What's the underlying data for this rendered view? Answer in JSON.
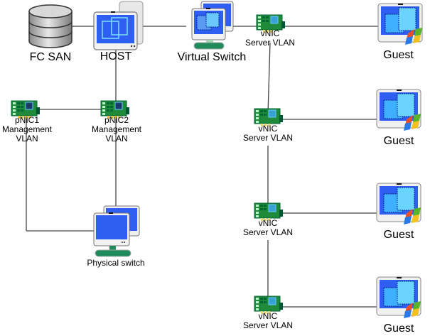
{
  "colors": {
    "line": "#444444",
    "screen_blue": "#2f5ff0",
    "monitor_frame": "#e6e6e6",
    "nic_green": "#1e8a3a",
    "stand_green": "#1f8a5a"
  },
  "nodes": {
    "fc_san": {
      "label": "FC SAN",
      "icon": "database-icon"
    },
    "host": {
      "label": "HOST",
      "icon": "server-monitor-icon"
    },
    "virtual_switch": {
      "label": "Virtual Switch",
      "icon": "switch-computers-icon"
    },
    "pnic1": {
      "label_line1": "pNIC1",
      "label_line2": "Management",
      "label_line3": "VLAN",
      "icon": "nic-card-icon"
    },
    "pnic2": {
      "label_line1": "pNIC2",
      "label_line2": "Management",
      "label_line3": "VLAN",
      "icon": "nic-card-icon"
    },
    "physical_switch": {
      "label": "Physical switch",
      "icon": "switch-computers-icon"
    },
    "vnics": [
      {
        "label_line1": "vNIC",
        "label_line2": "Server VLAN"
      },
      {
        "label_line1": "vNIC",
        "label_line2": "Server VLAN"
      },
      {
        "label_line1": "vNIC",
        "label_line2": "Server VLAN"
      },
      {
        "label_line1": "vNIC",
        "label_line2": "Server VLAN"
      }
    ],
    "guests": [
      {
        "label": "Guest"
      },
      {
        "label": "Guest"
      },
      {
        "label": "Guest"
      },
      {
        "label": "Guest"
      }
    ]
  },
  "edges": [
    {
      "from": "fc_san",
      "to": "host"
    },
    {
      "from": "host",
      "to": "virtual_switch"
    },
    {
      "from": "virtual_switch",
      "to": "vnic1"
    },
    {
      "from": "vnic1",
      "to": "guest1"
    },
    {
      "from": "vnic1",
      "to": "vnic2"
    },
    {
      "from": "vnic2",
      "to": "guest2"
    },
    {
      "from": "vnic2",
      "to": "vnic3"
    },
    {
      "from": "vnic3",
      "to": "guest3"
    },
    {
      "from": "vnic3",
      "to": "vnic4"
    },
    {
      "from": "vnic4",
      "to": "guest4"
    },
    {
      "from": "host",
      "to": "pnic2"
    },
    {
      "from": "pnic1",
      "to": "pnic2"
    },
    {
      "from": "pnic1",
      "to": "physical_switch"
    },
    {
      "from": "pnic2",
      "to": "physical_switch"
    }
  ]
}
